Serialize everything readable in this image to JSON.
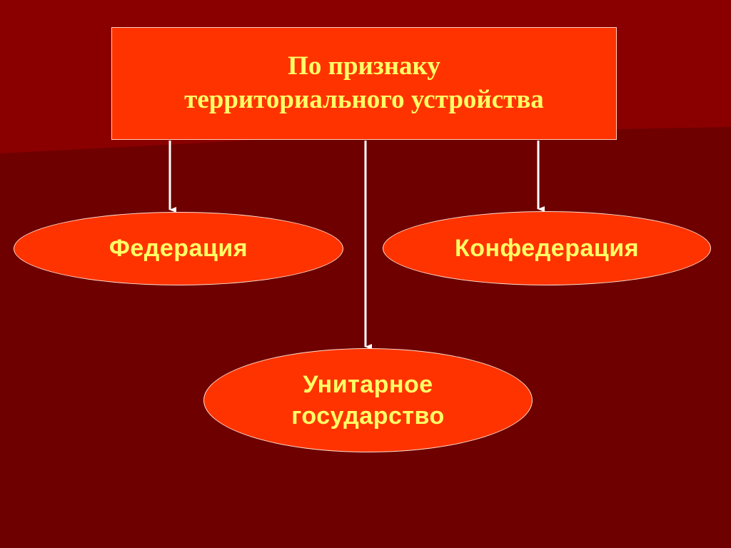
{
  "title": {
    "line1": "По признаку",
    "line2": "территориального устройства"
  },
  "nodes": {
    "federation": "Федерация",
    "confederation": "Конфедерация",
    "unitary": {
      "line1": "Унитарное",
      "line2": "государство"
    }
  },
  "colors": {
    "background": "#6e0000",
    "box_fill": "#ff3300",
    "text": "#ffff66",
    "arrow": "#ffffff"
  }
}
